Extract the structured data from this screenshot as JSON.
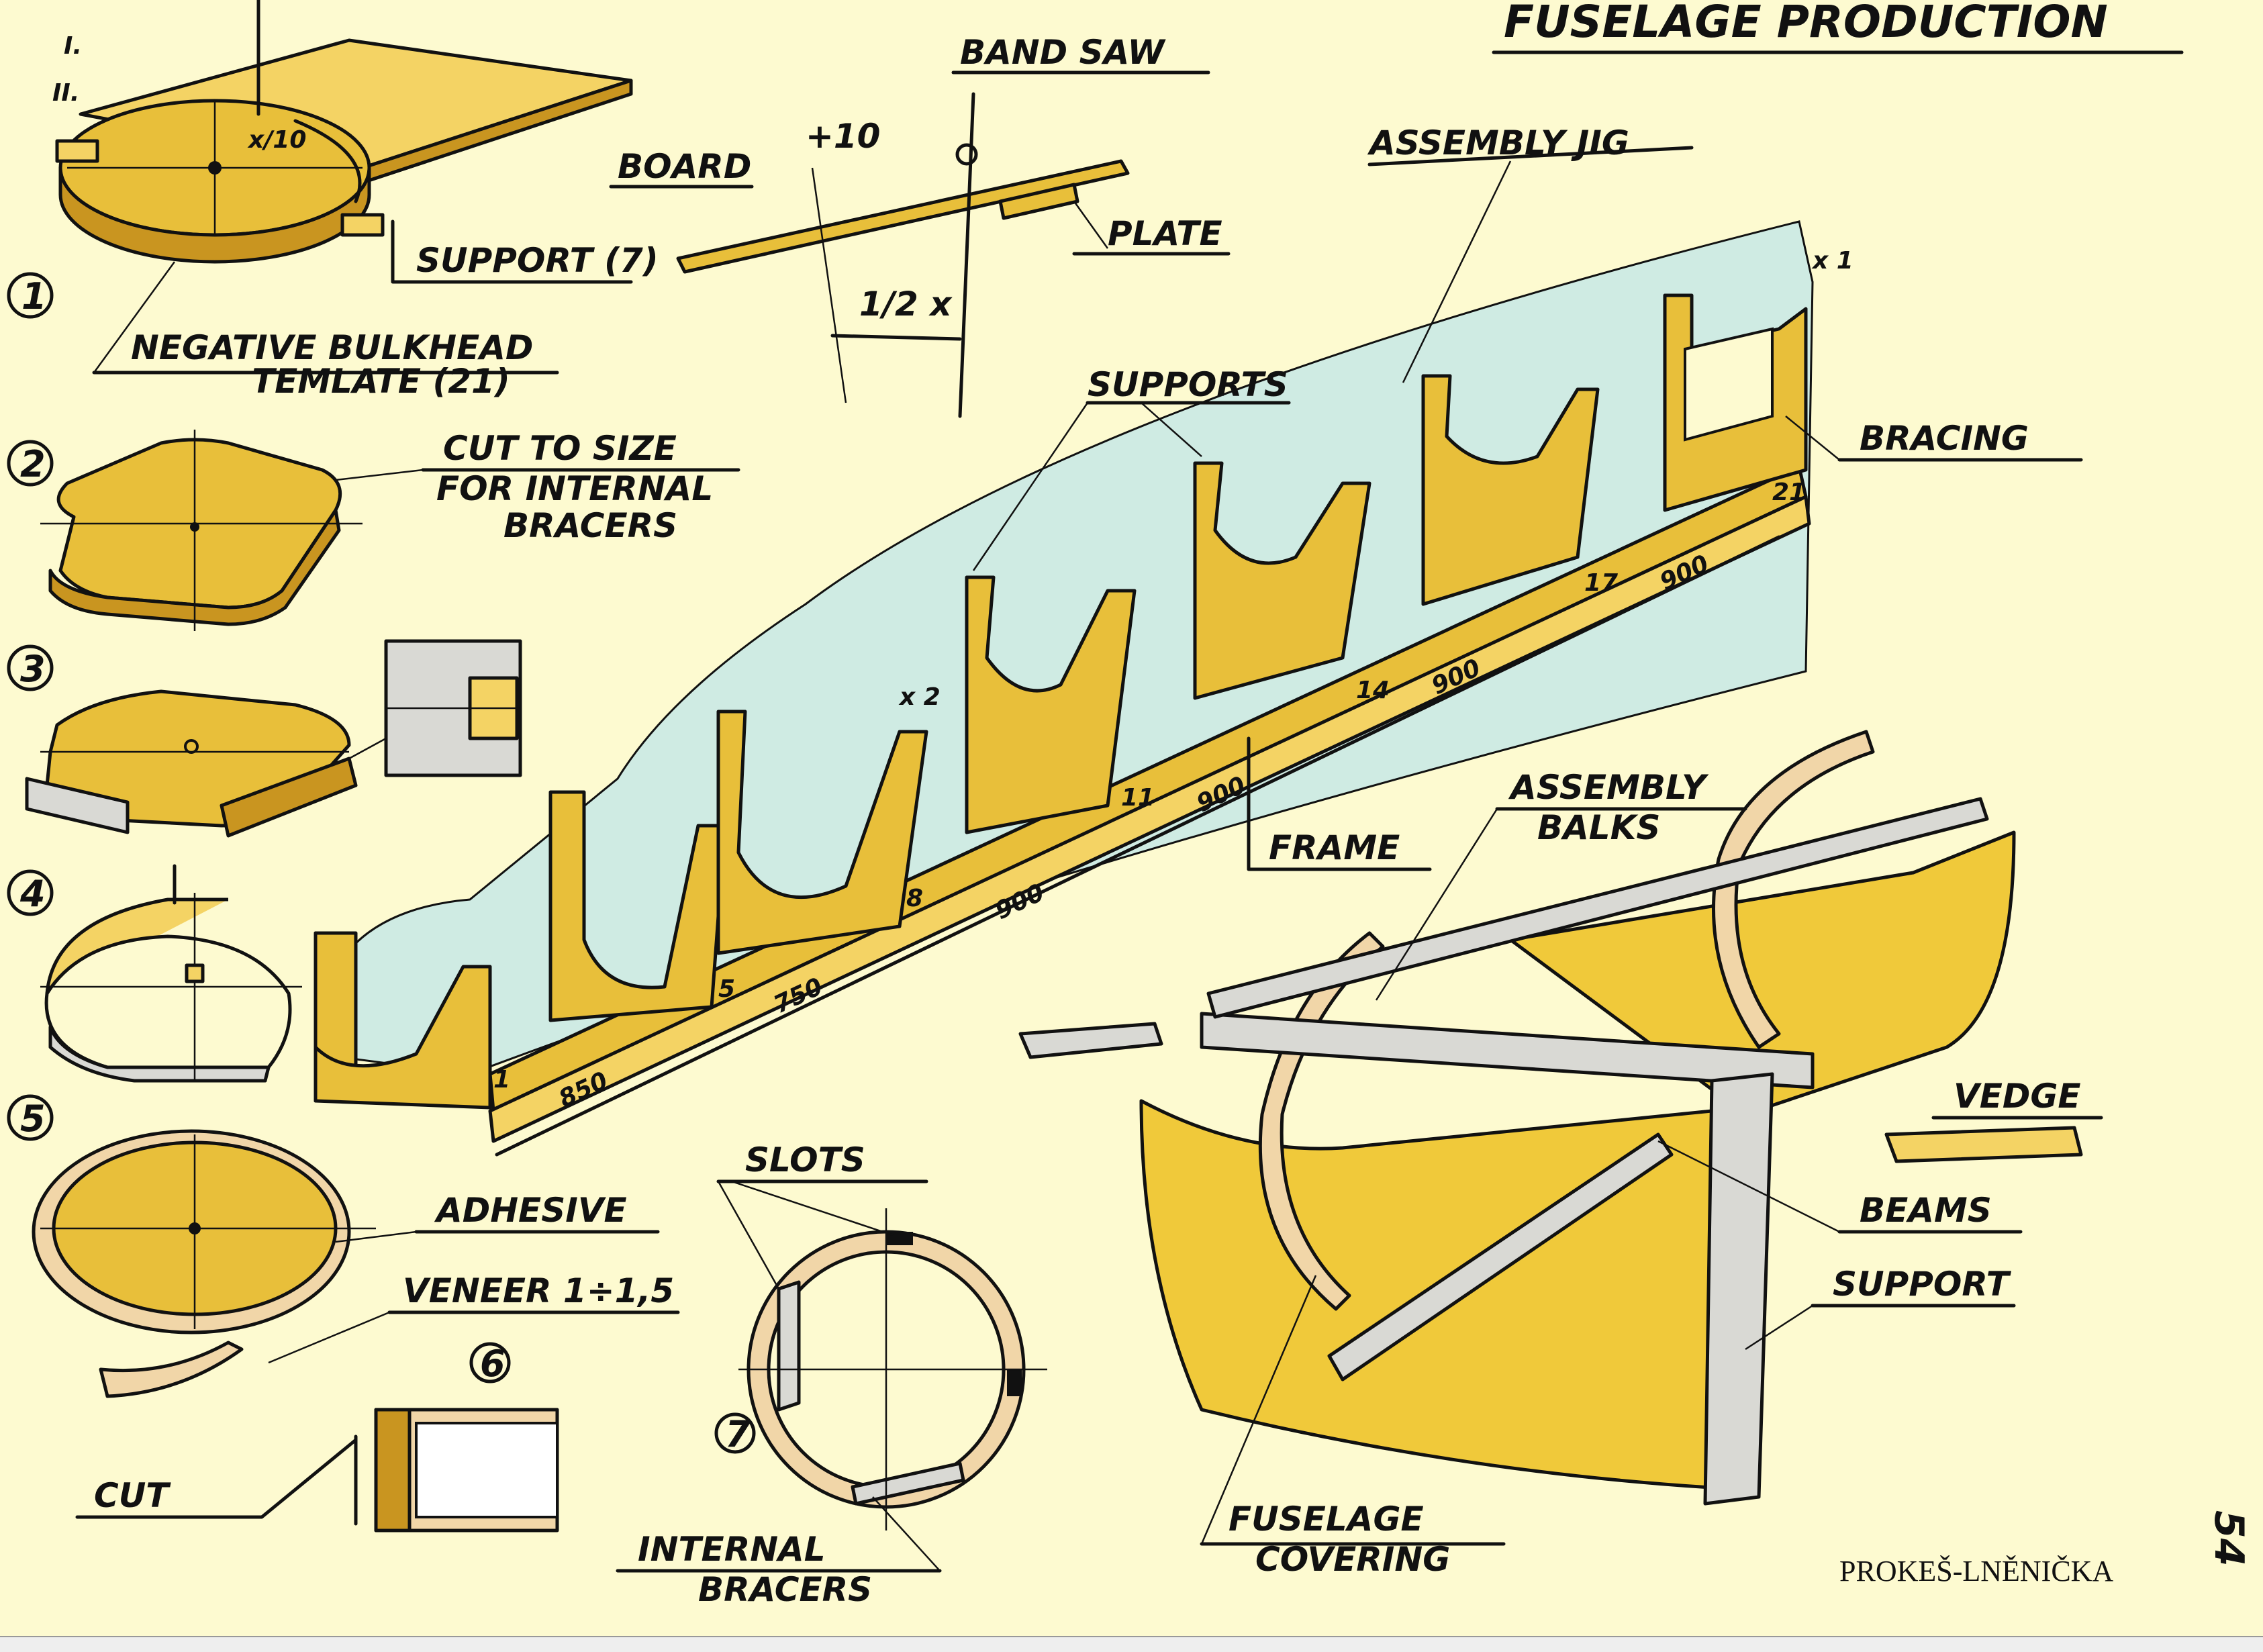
{
  "title": "FUSELAGE PRODUCTION",
  "page_number": "54",
  "author": "PROKEŠ-LNĚNIČKA",
  "steps": [
    "1",
    "2",
    "3",
    "4",
    "5",
    "6",
    "7"
  ],
  "labels": {
    "band_saw": "BAND SAW",
    "board": "BOARD",
    "plate": "PLATE",
    "support_7": "SUPPORT (7)",
    "negative_bulkhead": "NEGATIVE BULKHEAD",
    "template_21": "TEMLATE (21)",
    "cut_to_size": "CUT TO SIZE",
    "for_internal": "FOR INTERNAL",
    "bracers": "BRACERS",
    "adhesive": "ADHESIVE",
    "veneer": "VENEER 1÷1,5",
    "cut": "CUT",
    "slots": "SLOTS",
    "internal": "INTERNAL",
    "internal_bracers": "BRACERS",
    "assembly_jig": "ASSEMBLY JIG",
    "supports": "SUPPORTS",
    "bracing": "BRACING",
    "frame": "FRAME",
    "assembly_balks": "ASSEMBLY",
    "balks": "BALKS",
    "vedge": "VEDGE",
    "beams": "BEAMS",
    "support": "SUPPORT",
    "fuselage_covering": "FUSELAGE",
    "covering": "COVERING"
  },
  "annotations": {
    "dim_x10": "x/10",
    "plus_10": "+10",
    "ii": "II.",
    "i": "I.",
    "half_x": "1/2 x",
    "x1": "x 1",
    "x2": "x 2",
    "frame_numbers": [
      "1",
      "5",
      "8",
      "11",
      "14",
      "17",
      "21"
    ],
    "spacings": [
      "850",
      "750",
      "900",
      "900",
      "900",
      "900"
    ]
  },
  "colors": {
    "paper": "#fdfad0",
    "wood": "#e8bf3a",
    "glass": "#bfe6ea",
    "veneer": "#f1d6a8",
    "ink": "#111111"
  }
}
